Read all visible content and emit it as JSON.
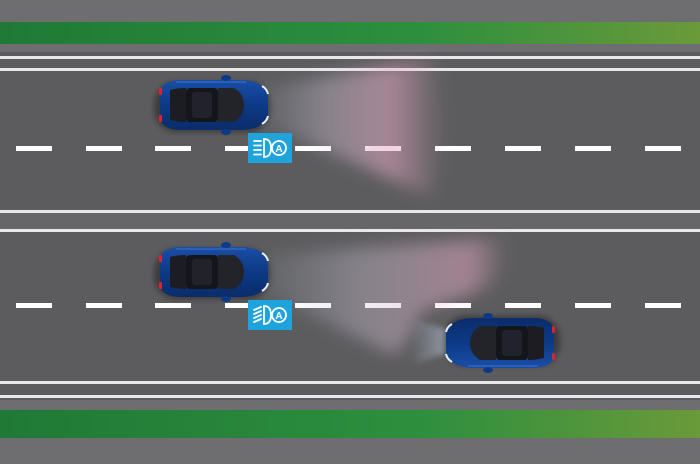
{
  "scene": {
    "colors": {
      "asphalt": "#5c5c5e",
      "verge": "#2e8f3e",
      "lane_marking": "#ffffff",
      "car_body": "#0f3c8a",
      "badge": "#1ea3dc",
      "beam": "#e8b0c8"
    },
    "upper_road": {
      "car": {
        "icon": "car-top-view",
        "headlight_mode": "high-beam"
      },
      "badge": {
        "icon": "auto-high-beam-icon",
        "text": ""
      }
    },
    "lower_road": {
      "car": {
        "icon": "car-top-view",
        "headlight_mode": "low-beam"
      },
      "oncoming_car": {
        "icon": "car-top-view"
      },
      "badge": {
        "icon": "auto-high-beam-icon",
        "text": ""
      }
    }
  }
}
